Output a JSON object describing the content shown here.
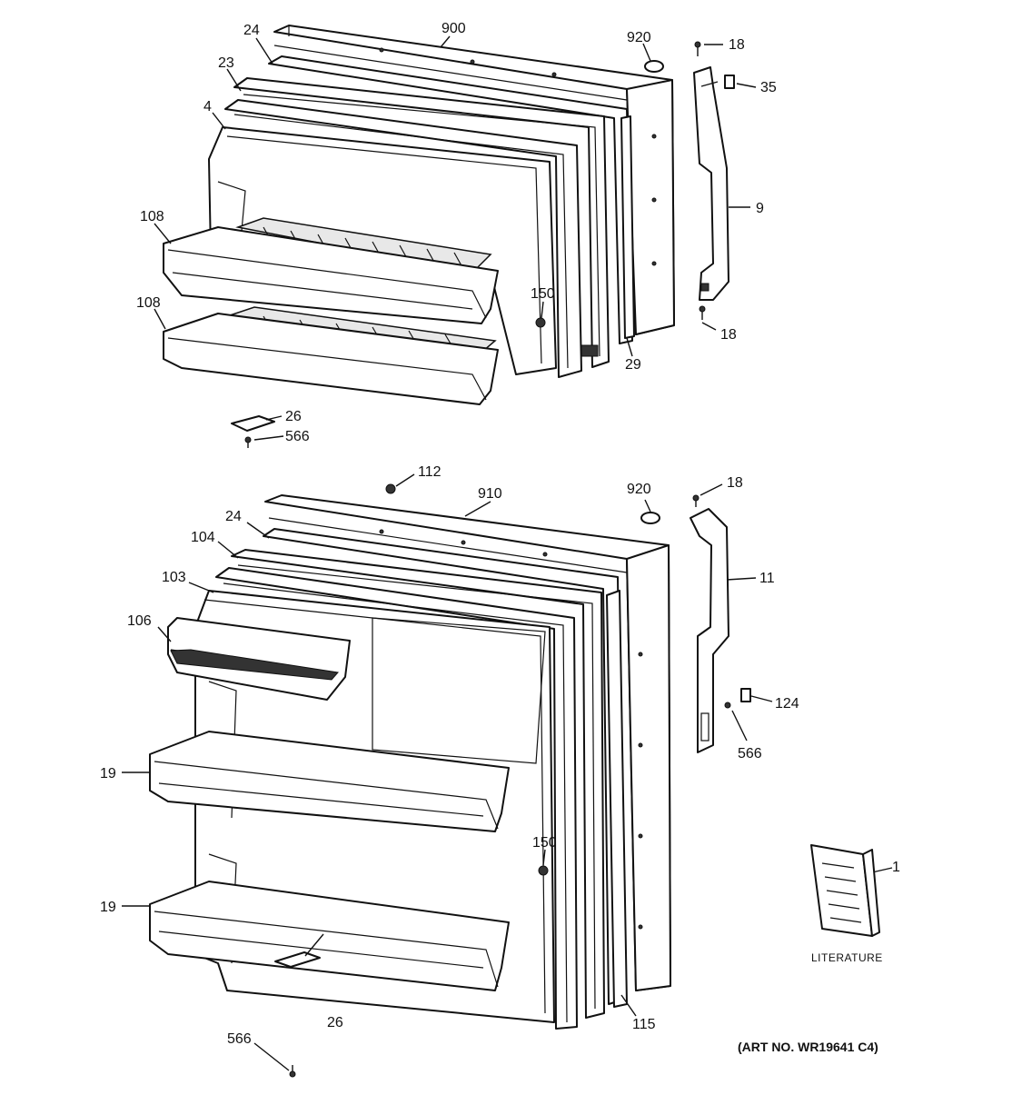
{
  "art_number": "(ART NO. WR19641 C4)",
  "literature_label": "LITERATURE",
  "callouts": {
    "top": {
      "c24": "24",
      "c900": "900",
      "c920": "920",
      "c18a": "18",
      "c23": "23",
      "c35": "35",
      "c4": "4",
      "c9": "9",
      "c108a": "108",
      "c108b": "108",
      "c150": "150",
      "c18b": "18",
      "c29": "29",
      "c26": "26",
      "c566": "566"
    },
    "bottom": {
      "c112": "112",
      "c910": "910",
      "c920": "920",
      "c18": "18",
      "c24": "24",
      "c104": "104",
      "c103": "103",
      "c11": "11",
      "c106": "106",
      "c124": "124",
      "c566a": "566",
      "c19a": "19",
      "c150": "150",
      "c1": "1",
      "c19b": "19",
      "c115": "115",
      "c26": "26",
      "c566b": "566"
    }
  }
}
